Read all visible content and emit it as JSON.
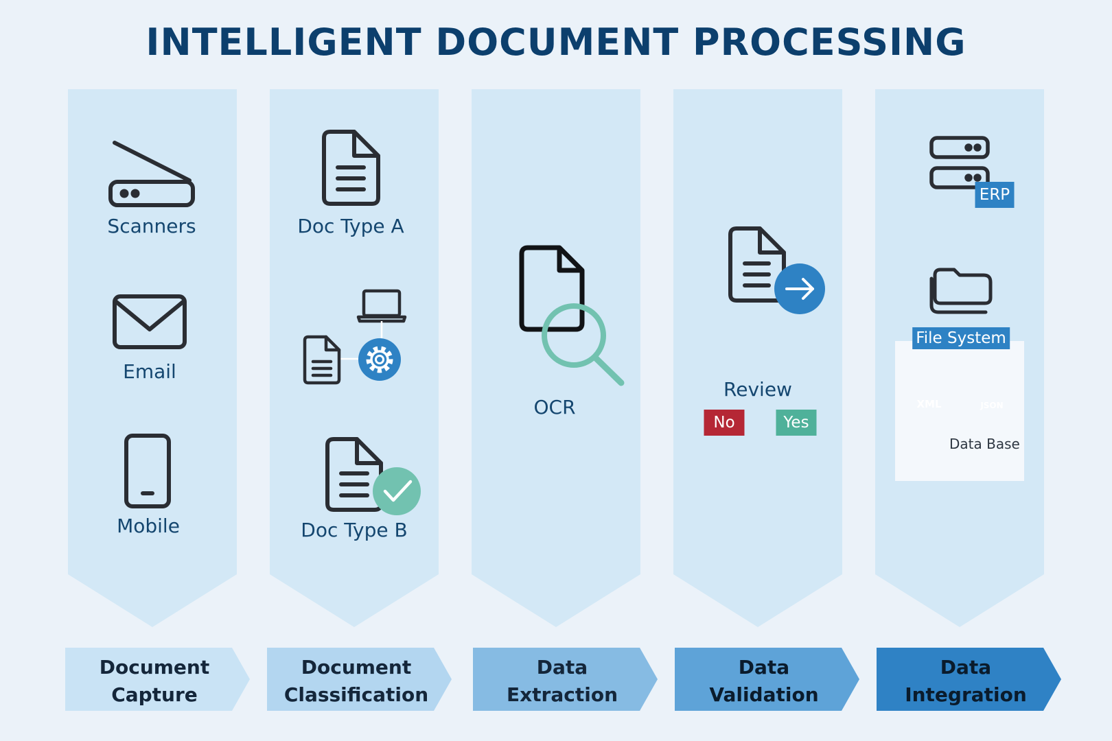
{
  "title": "INTELLIGENT DOCUMENT PROCESSING",
  "colors": {
    "background": "#ebf2f9",
    "column": "#d3e8f6",
    "title": "#0c3f6d",
    "icon": "#2a2d33",
    "teal": "#72c2b0",
    "blue": "#2e82c4",
    "no": "#b52735",
    "yes": "#4fb19a"
  },
  "stages": [
    {
      "line1": "Document",
      "line2": "Capture",
      "color": "#c9e3f5"
    },
    {
      "line1": "Document",
      "line2": "Classification",
      "color": "#b3d6f0"
    },
    {
      "line1": "Data",
      "line2": "Extraction",
      "color": "#86bbe3"
    },
    {
      "line1": "Data",
      "line2": "Validation",
      "color": "#5ea3d8"
    },
    {
      "line1": "Data",
      "line2": "Integration",
      "color": "#2f82c5"
    }
  ],
  "capture": {
    "scanners": "Scanners",
    "email": "Email",
    "mobile": "Mobile"
  },
  "classification": {
    "doc_a": "Doc Type A",
    "doc_b": "Doc Type B"
  },
  "extraction": {
    "ocr": "OCR"
  },
  "validation": {
    "review": "Review",
    "no": "No",
    "yes": "Yes"
  },
  "integration": {
    "erp": "ERP",
    "file_system": "File System",
    "xml": "XML",
    "json": "JSON",
    "database": "Data Base"
  }
}
